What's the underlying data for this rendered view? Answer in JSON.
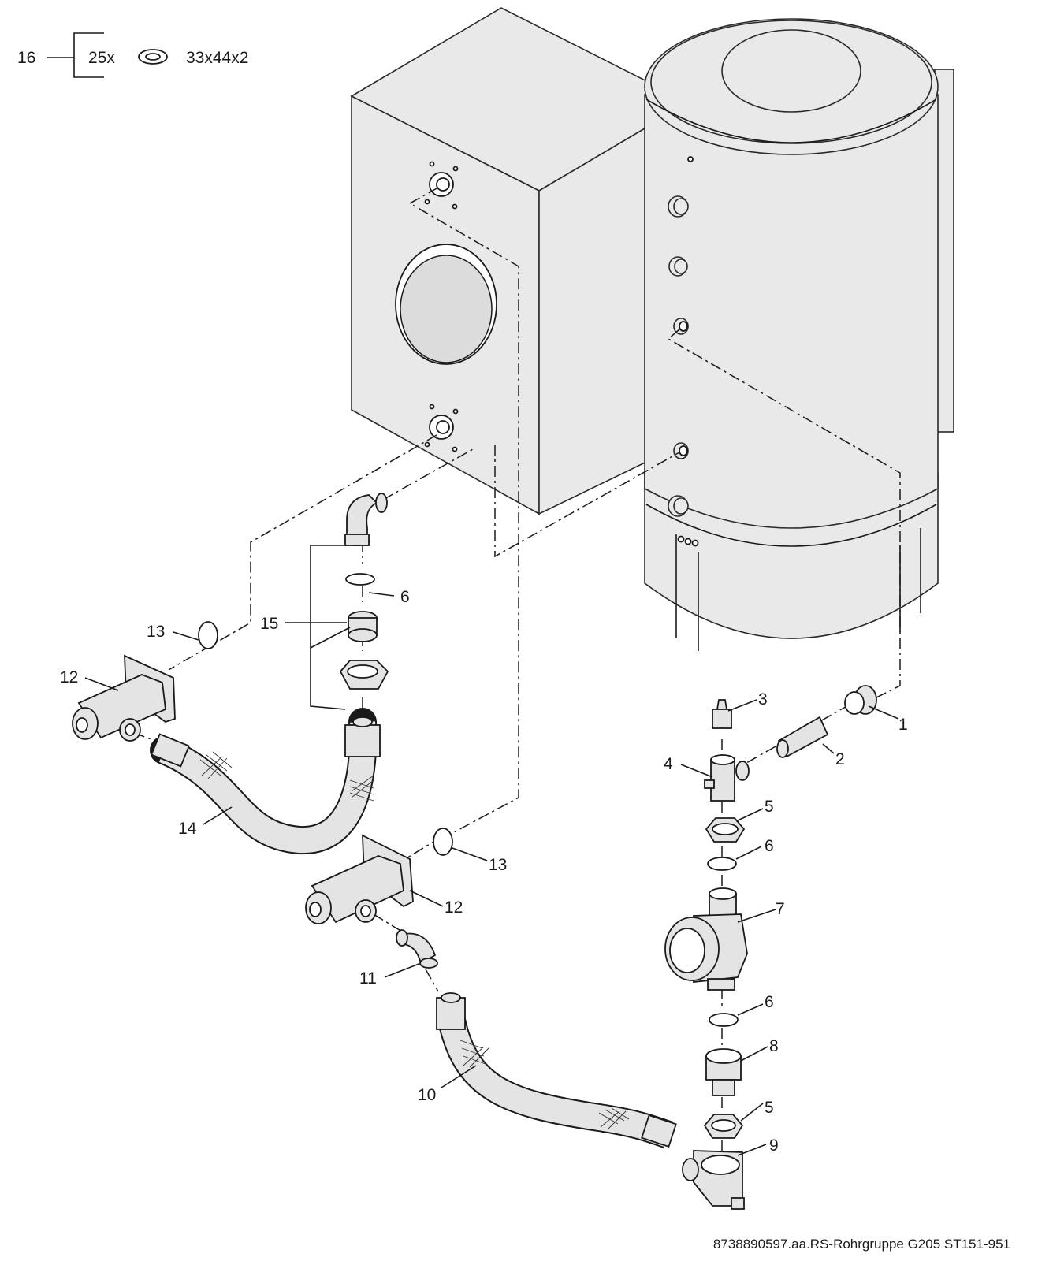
{
  "legend": {
    "item_number": "16",
    "quantity": "25x",
    "washer_size": "33x44x2",
    "washer_icon": "washer-icon"
  },
  "parts": [
    {
      "id": "p1",
      "label": "1"
    },
    {
      "id": "p2",
      "label": "2"
    },
    {
      "id": "p3",
      "label": "3"
    },
    {
      "id": "p4",
      "label": "4"
    },
    {
      "id": "p5a",
      "label": "5"
    },
    {
      "id": "p5b",
      "label": "5"
    },
    {
      "id": "p6a",
      "label": "6"
    },
    {
      "id": "p6b",
      "label": "6"
    },
    {
      "id": "p6c",
      "label": "6"
    },
    {
      "id": "p7",
      "label": "7"
    },
    {
      "id": "p8",
      "label": "8"
    },
    {
      "id": "p9",
      "label": "9"
    },
    {
      "id": "p10",
      "label": "10"
    },
    {
      "id": "p11",
      "label": "11"
    },
    {
      "id": "p12a",
      "label": "12"
    },
    {
      "id": "p12b",
      "label": "12"
    },
    {
      "id": "p13a",
      "label": "13"
    },
    {
      "id": "p13b",
      "label": "13"
    },
    {
      "id": "p14",
      "label": "14"
    },
    {
      "id": "p15",
      "label": "15"
    }
  ],
  "footer": {
    "reference": "8738890597.aa.RS-Rohrgruppe G205 ST151-951"
  }
}
